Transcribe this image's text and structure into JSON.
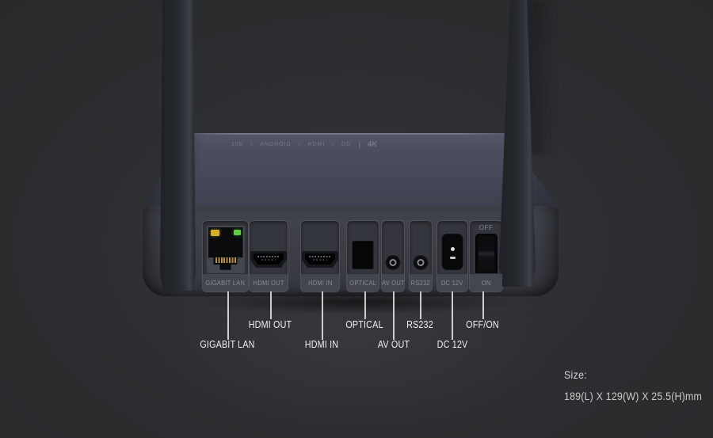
{
  "scene": {
    "description": "Rear view of a dark media-box with two antennas; ports annotated with callout lines"
  },
  "device": {
    "top_logos": [
      "10E",
      "ANDROID",
      "HDMI",
      "DD",
      "4K"
    ],
    "ports": [
      {
        "panel_label": "GIGABIT LAN",
        "callout": "GIGABIT LAN",
        "type": "rj45"
      },
      {
        "panel_label": "HDMI OUT",
        "callout": "HDMI OUT",
        "type": "hdmi"
      },
      {
        "panel_label": "HDMI IN",
        "callout": "HDMI IN",
        "type": "hdmi"
      },
      {
        "panel_label": "OPTICAL",
        "callout": "OPTICAL",
        "type": "optical"
      },
      {
        "panel_label": "AV OUT",
        "callout": "AV OUT",
        "type": "jack-3.5mm"
      },
      {
        "panel_label": "RS232",
        "callout": "RS232",
        "type": "jack-3.5mm"
      },
      {
        "panel_label": "DC 12V",
        "callout": "DC 12V",
        "type": "dc-socket"
      },
      {
        "switch_top": "OFF",
        "switch_bottom": "ON",
        "callout": "OFF/ON",
        "type": "rocker-switch"
      }
    ]
  },
  "size_note": {
    "label": "Size:",
    "value": "189(L) X 129(W) X 25.5(H)mm"
  },
  "colors": {
    "background": "#2d2e31",
    "device_top": "#4a4e5c",
    "device_body": "#3c3f46",
    "port_recess": "#33363c",
    "label_strip": "#43464d",
    "panel_label_text": "#8a8d94",
    "callout_text": "#efefef",
    "led_yellow": "#d4b026",
    "led_green": "#5bd23d"
  }
}
